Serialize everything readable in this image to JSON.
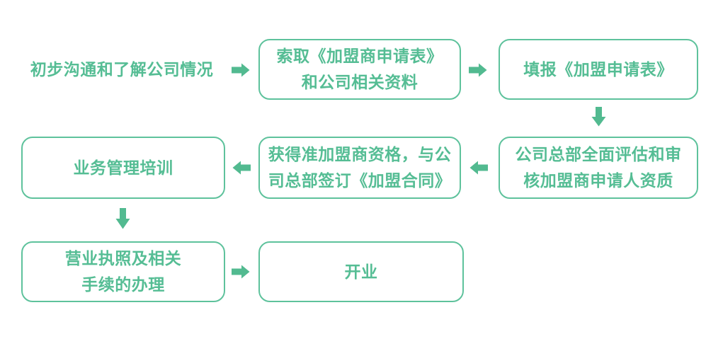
{
  "colors": {
    "green_text": "#55bd94",
    "green_border": "#5ec29c",
    "green_arrow": "#52ba90"
  },
  "flowchart": {
    "type": "process-flow",
    "nodes": {
      "start": {
        "label": "初步沟通和了解公司情况"
      },
      "box1": {
        "line1": "索取《加盟商申请表》",
        "line2": "和公司相关资料"
      },
      "box2": {
        "label": "填报《加盟申请表》"
      },
      "box3": {
        "line1": "公司总部全面评估和审",
        "line2": "核加盟商申请人资质"
      },
      "box4": {
        "line1": "获得准加盟商资格，与公",
        "line2": "司总部签订《加盟合同》"
      },
      "box5": {
        "label": "业务管理培训"
      },
      "box6": {
        "line1": "营业执照及相关",
        "line2": "手续的办理"
      },
      "box7": {
        "label": "开业"
      }
    },
    "edges": [
      {
        "from": "start",
        "to": "box1",
        "direction": "right"
      },
      {
        "from": "box1",
        "to": "box2",
        "direction": "right"
      },
      {
        "from": "box2",
        "to": "box3",
        "direction": "down"
      },
      {
        "from": "box3",
        "to": "box4",
        "direction": "left"
      },
      {
        "from": "box4",
        "to": "box5",
        "direction": "left"
      },
      {
        "from": "box5",
        "to": "box6",
        "direction": "down"
      },
      {
        "from": "box6",
        "to": "box7",
        "direction": "right"
      }
    ]
  }
}
